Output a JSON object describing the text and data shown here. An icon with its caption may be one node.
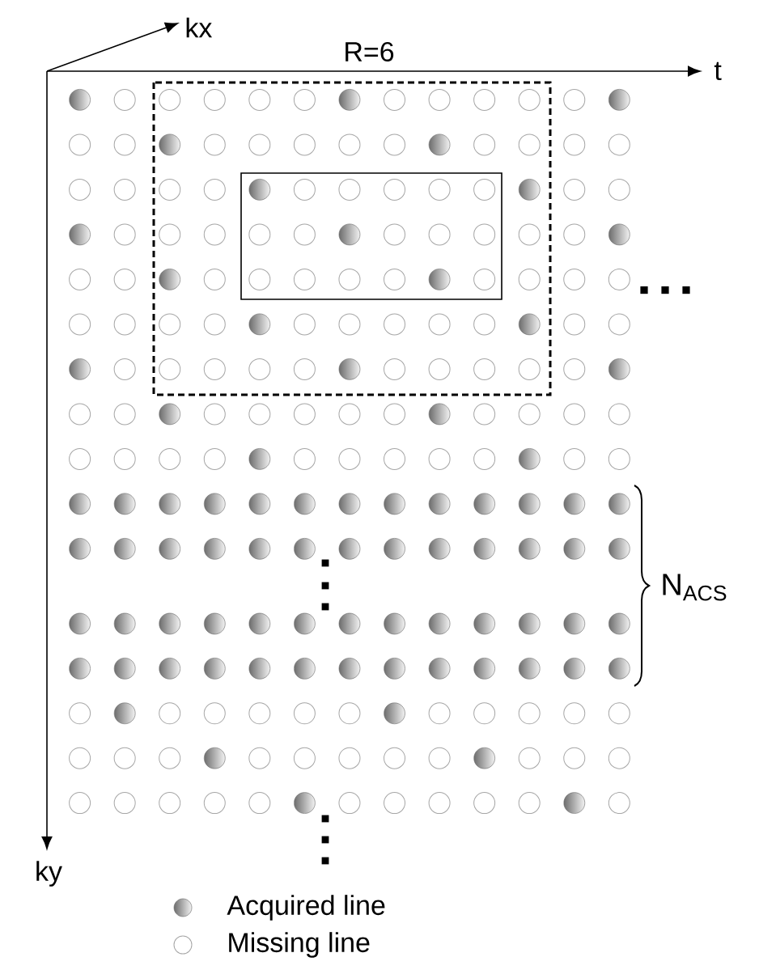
{
  "diagram": {
    "labels": [
      "kx",
      "R=6",
      "t",
      "N$_{ACS}$",
      "ky"
    ],
    "legend": [
      {
        "text": "Acquired line"
      },
      {
        "text": "Missing line"
      }
    ]
  }
}
